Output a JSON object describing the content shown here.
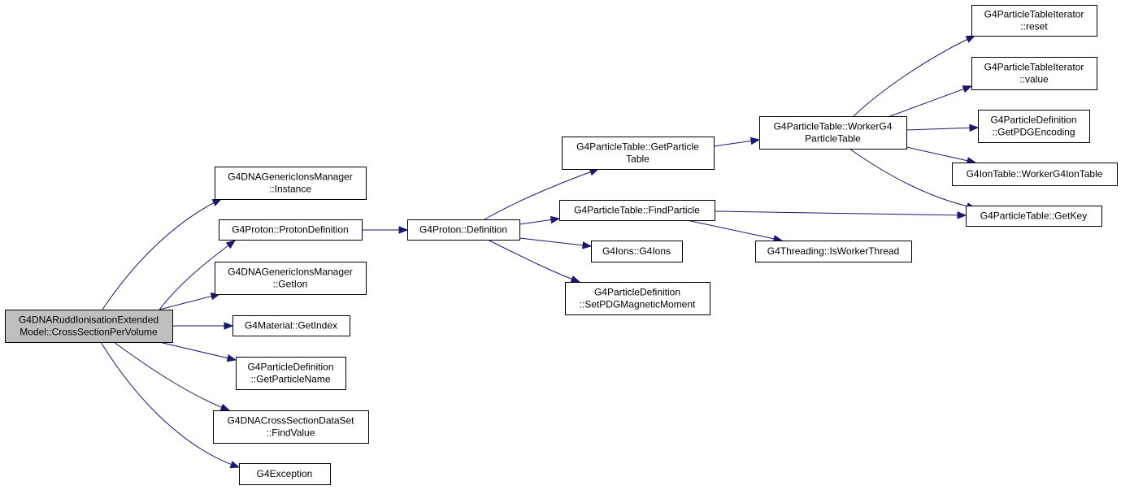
{
  "colors": {
    "edge": "#191970",
    "node_fill": "#ffffff",
    "root_fill": "#bfbfbf",
    "node_border": "#000000"
  },
  "nodes": [
    {
      "id": "root",
      "lines": [
        "G4DNARuddIonisationExtended",
        "Model::CrossSectionPerVolume"
      ],
      "root": true
    },
    {
      "id": "gim_instance",
      "lines": [
        "G4DNAGenericIonsManager",
        "::Instance"
      ]
    },
    {
      "id": "proton_def",
      "lines": [
        "G4Proton::ProtonDefinition"
      ]
    },
    {
      "id": "gim_getion",
      "lines": [
        "G4DNAGenericIonsManager",
        "::GetIon"
      ]
    },
    {
      "id": "mat_getindex",
      "lines": [
        "G4Material::GetIndex"
      ]
    },
    {
      "id": "pd_getname",
      "lines": [
        "G4ParticleDefinition",
        "::GetParticleName"
      ]
    },
    {
      "id": "cs_findvalue",
      "lines": [
        "G4DNACrossSectionDataSet",
        "::FindValue"
      ]
    },
    {
      "id": "g4exception",
      "lines": [
        "G4Exception"
      ]
    },
    {
      "id": "proton_definition",
      "lines": [
        "G4Proton::Definition"
      ]
    },
    {
      "id": "pt_getparticletable",
      "lines": [
        "G4ParticleTable::GetParticle",
        "Table"
      ]
    },
    {
      "id": "pt_findparticle",
      "lines": [
        "G4ParticleTable::FindParticle"
      ]
    },
    {
      "id": "ions_g4ions",
      "lines": [
        "G4Ions::G4Ions"
      ]
    },
    {
      "id": "pd_setpdgmm",
      "lines": [
        "G4ParticleDefinition",
        "::SetPDGMagneticMoment"
      ]
    },
    {
      "id": "pt_workerg4",
      "lines": [
        "G4ParticleTable::WorkerG4",
        "ParticleTable"
      ]
    },
    {
      "id": "threading_isworker",
      "lines": [
        "G4Threading::IsWorkerThread"
      ]
    },
    {
      "id": "pti_reset",
      "lines": [
        "G4ParticleTableIterator",
        "::reset"
      ]
    },
    {
      "id": "pti_value",
      "lines": [
        "G4ParticleTableIterator",
        "::value"
      ]
    },
    {
      "id": "pd_getpdgencoding",
      "lines": [
        "G4ParticleDefinition",
        "::GetPDGEncoding"
      ]
    },
    {
      "id": "iontable_worker",
      "lines": [
        "G4IonTable::WorkerG4IonTable"
      ]
    },
    {
      "id": "pt_getkey",
      "lines": [
        "G4ParticleTable::GetKey"
      ]
    }
  ],
  "edges": [
    {
      "from": "root",
      "to": "gim_instance"
    },
    {
      "from": "root",
      "to": "proton_def"
    },
    {
      "from": "root",
      "to": "gim_getion"
    },
    {
      "from": "root",
      "to": "mat_getindex"
    },
    {
      "from": "root",
      "to": "pd_getname"
    },
    {
      "from": "root",
      "to": "cs_findvalue"
    },
    {
      "from": "root",
      "to": "g4exception"
    },
    {
      "from": "proton_def",
      "to": "proton_definition"
    },
    {
      "from": "proton_definition",
      "to": "pt_getparticletable"
    },
    {
      "from": "proton_definition",
      "to": "pt_findparticle"
    },
    {
      "from": "proton_definition",
      "to": "ions_g4ions"
    },
    {
      "from": "proton_definition",
      "to": "pd_setpdgmm"
    },
    {
      "from": "pt_getparticletable",
      "to": "pt_workerg4"
    },
    {
      "from": "pt_findparticle",
      "to": "pt_getkey"
    },
    {
      "from": "pt_findparticle",
      "to": "threading_isworker"
    },
    {
      "from": "pt_workerg4",
      "to": "pti_reset"
    },
    {
      "from": "pt_workerg4",
      "to": "pti_value"
    },
    {
      "from": "pt_workerg4",
      "to": "pd_getpdgencoding"
    },
    {
      "from": "pt_workerg4",
      "to": "iontable_worker"
    },
    {
      "from": "pt_workerg4",
      "to": "pt_getkey"
    }
  ]
}
